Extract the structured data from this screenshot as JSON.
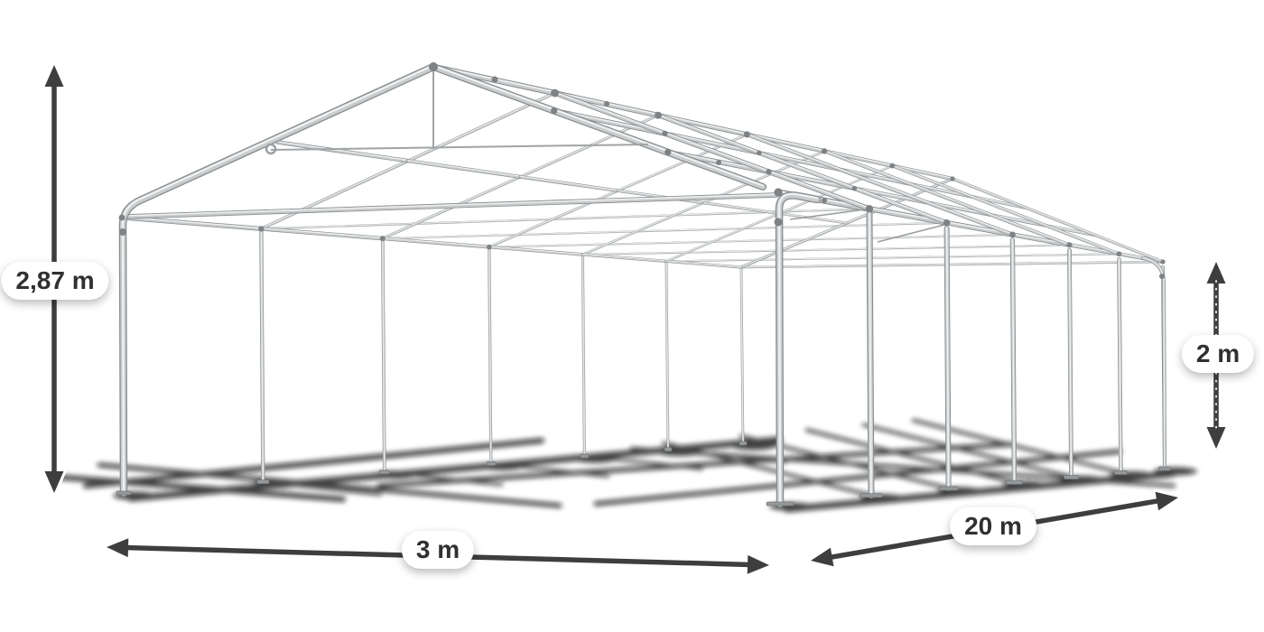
{
  "title": "Tent frame dimension diagram",
  "background": "#ffffff",
  "labels": {
    "total_height": "2,87 m",
    "width": "3 m",
    "length": "20 m",
    "side_height": "2 m"
  },
  "dimensions": {
    "width_m": 3,
    "length_m": 20,
    "side_height_m": 2,
    "total_height_m": 2.87,
    "bays_visible": 6
  },
  "style": {
    "arrow_color": "#3e3e3e",
    "arrow_casing": "#ffffff",
    "pill_bg": "#ffffff",
    "pill_text": "#303030",
    "pipe_body": "#c9cccd",
    "pipe_edge": "#878b8e",
    "pipe_highlight": "#eff1f1",
    "joint_color": "#7e8285",
    "plate_color": "#94989b",
    "shadow_color": "#111111"
  }
}
